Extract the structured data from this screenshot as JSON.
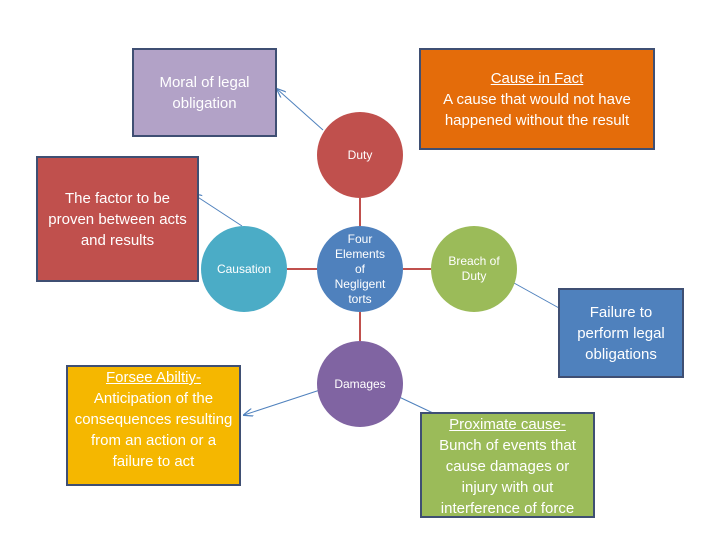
{
  "center": {
    "label": "Four\nElements\nof\nNegligent\ntorts"
  },
  "nodes": {
    "duty": "Duty",
    "breach": "Breach of\nDuty",
    "damages": "Damages",
    "causation": "Causation"
  },
  "boxes": {
    "moral": {
      "text": "Moral of legal obligation"
    },
    "cause_in_fact": {
      "heading": "Cause in Fact",
      "text": "A cause that would not have happened without the result"
    },
    "factor": {
      "text": "The factor to be proven between acts and results"
    },
    "failure": {
      "text": "Failure to perform legal obligations"
    },
    "foreseeability": {
      "heading": "Forsee Abiltiy-",
      "text": "Anticipation of the consequences resulting from an action or a failure to act"
    },
    "proximate": {
      "heading": "Proximate cause-",
      "text": "Bunch of events that cause damages or injury with out interference of force"
    }
  },
  "colors": {
    "center": "#4f81bd",
    "duty": "#c0504d",
    "breach": "#9bbb59",
    "damages": "#8064a2",
    "causation": "#4bacc6",
    "moral_box": "#b2a2c7",
    "cause_in_fact_box": "#e46c0a",
    "factor_box": "#c0504d",
    "failure_box": "#4f81bd",
    "foreseeability_box": "#f5b700",
    "proximate_box": "#9bbb59",
    "connector": "#c0504d",
    "arrow": "#4f81bd"
  }
}
